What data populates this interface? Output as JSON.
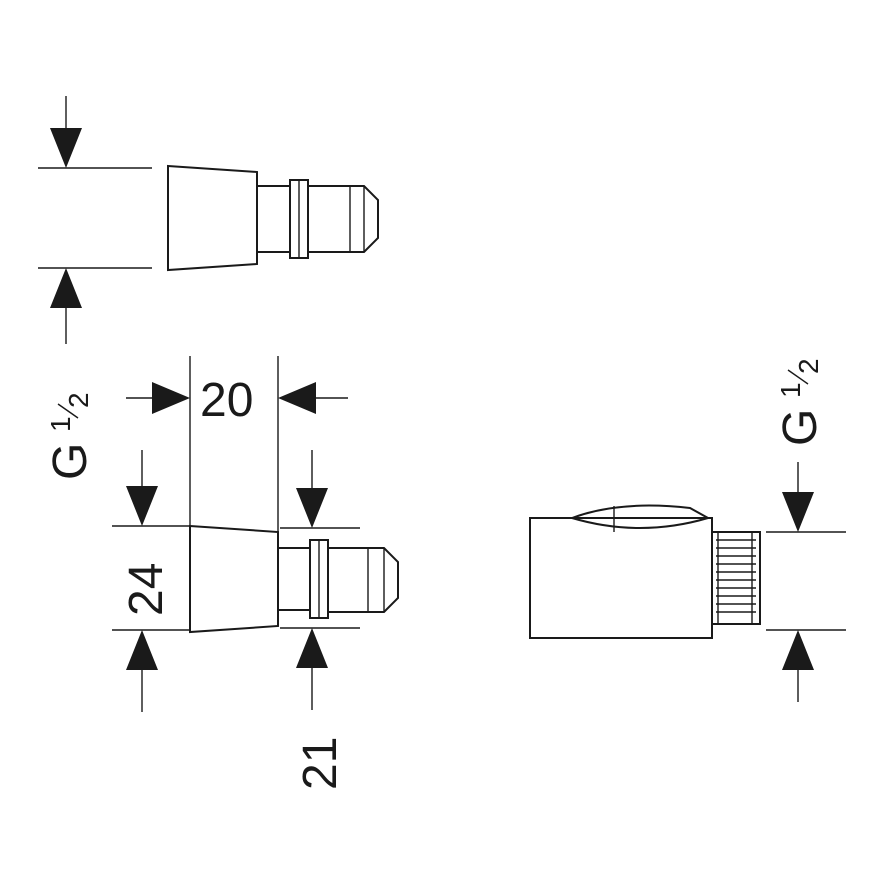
{
  "views": {
    "top_fitting": {
      "thread_label_G": "G",
      "thread_label_num": "1",
      "thread_label_den": "2"
    },
    "front_fitting": {
      "dim_width": "20",
      "dim_height": "24",
      "dim_body": "21"
    },
    "side_fitting": {
      "thread_label_G": "G",
      "thread_label_num": "1",
      "thread_label_den": "2"
    }
  }
}
